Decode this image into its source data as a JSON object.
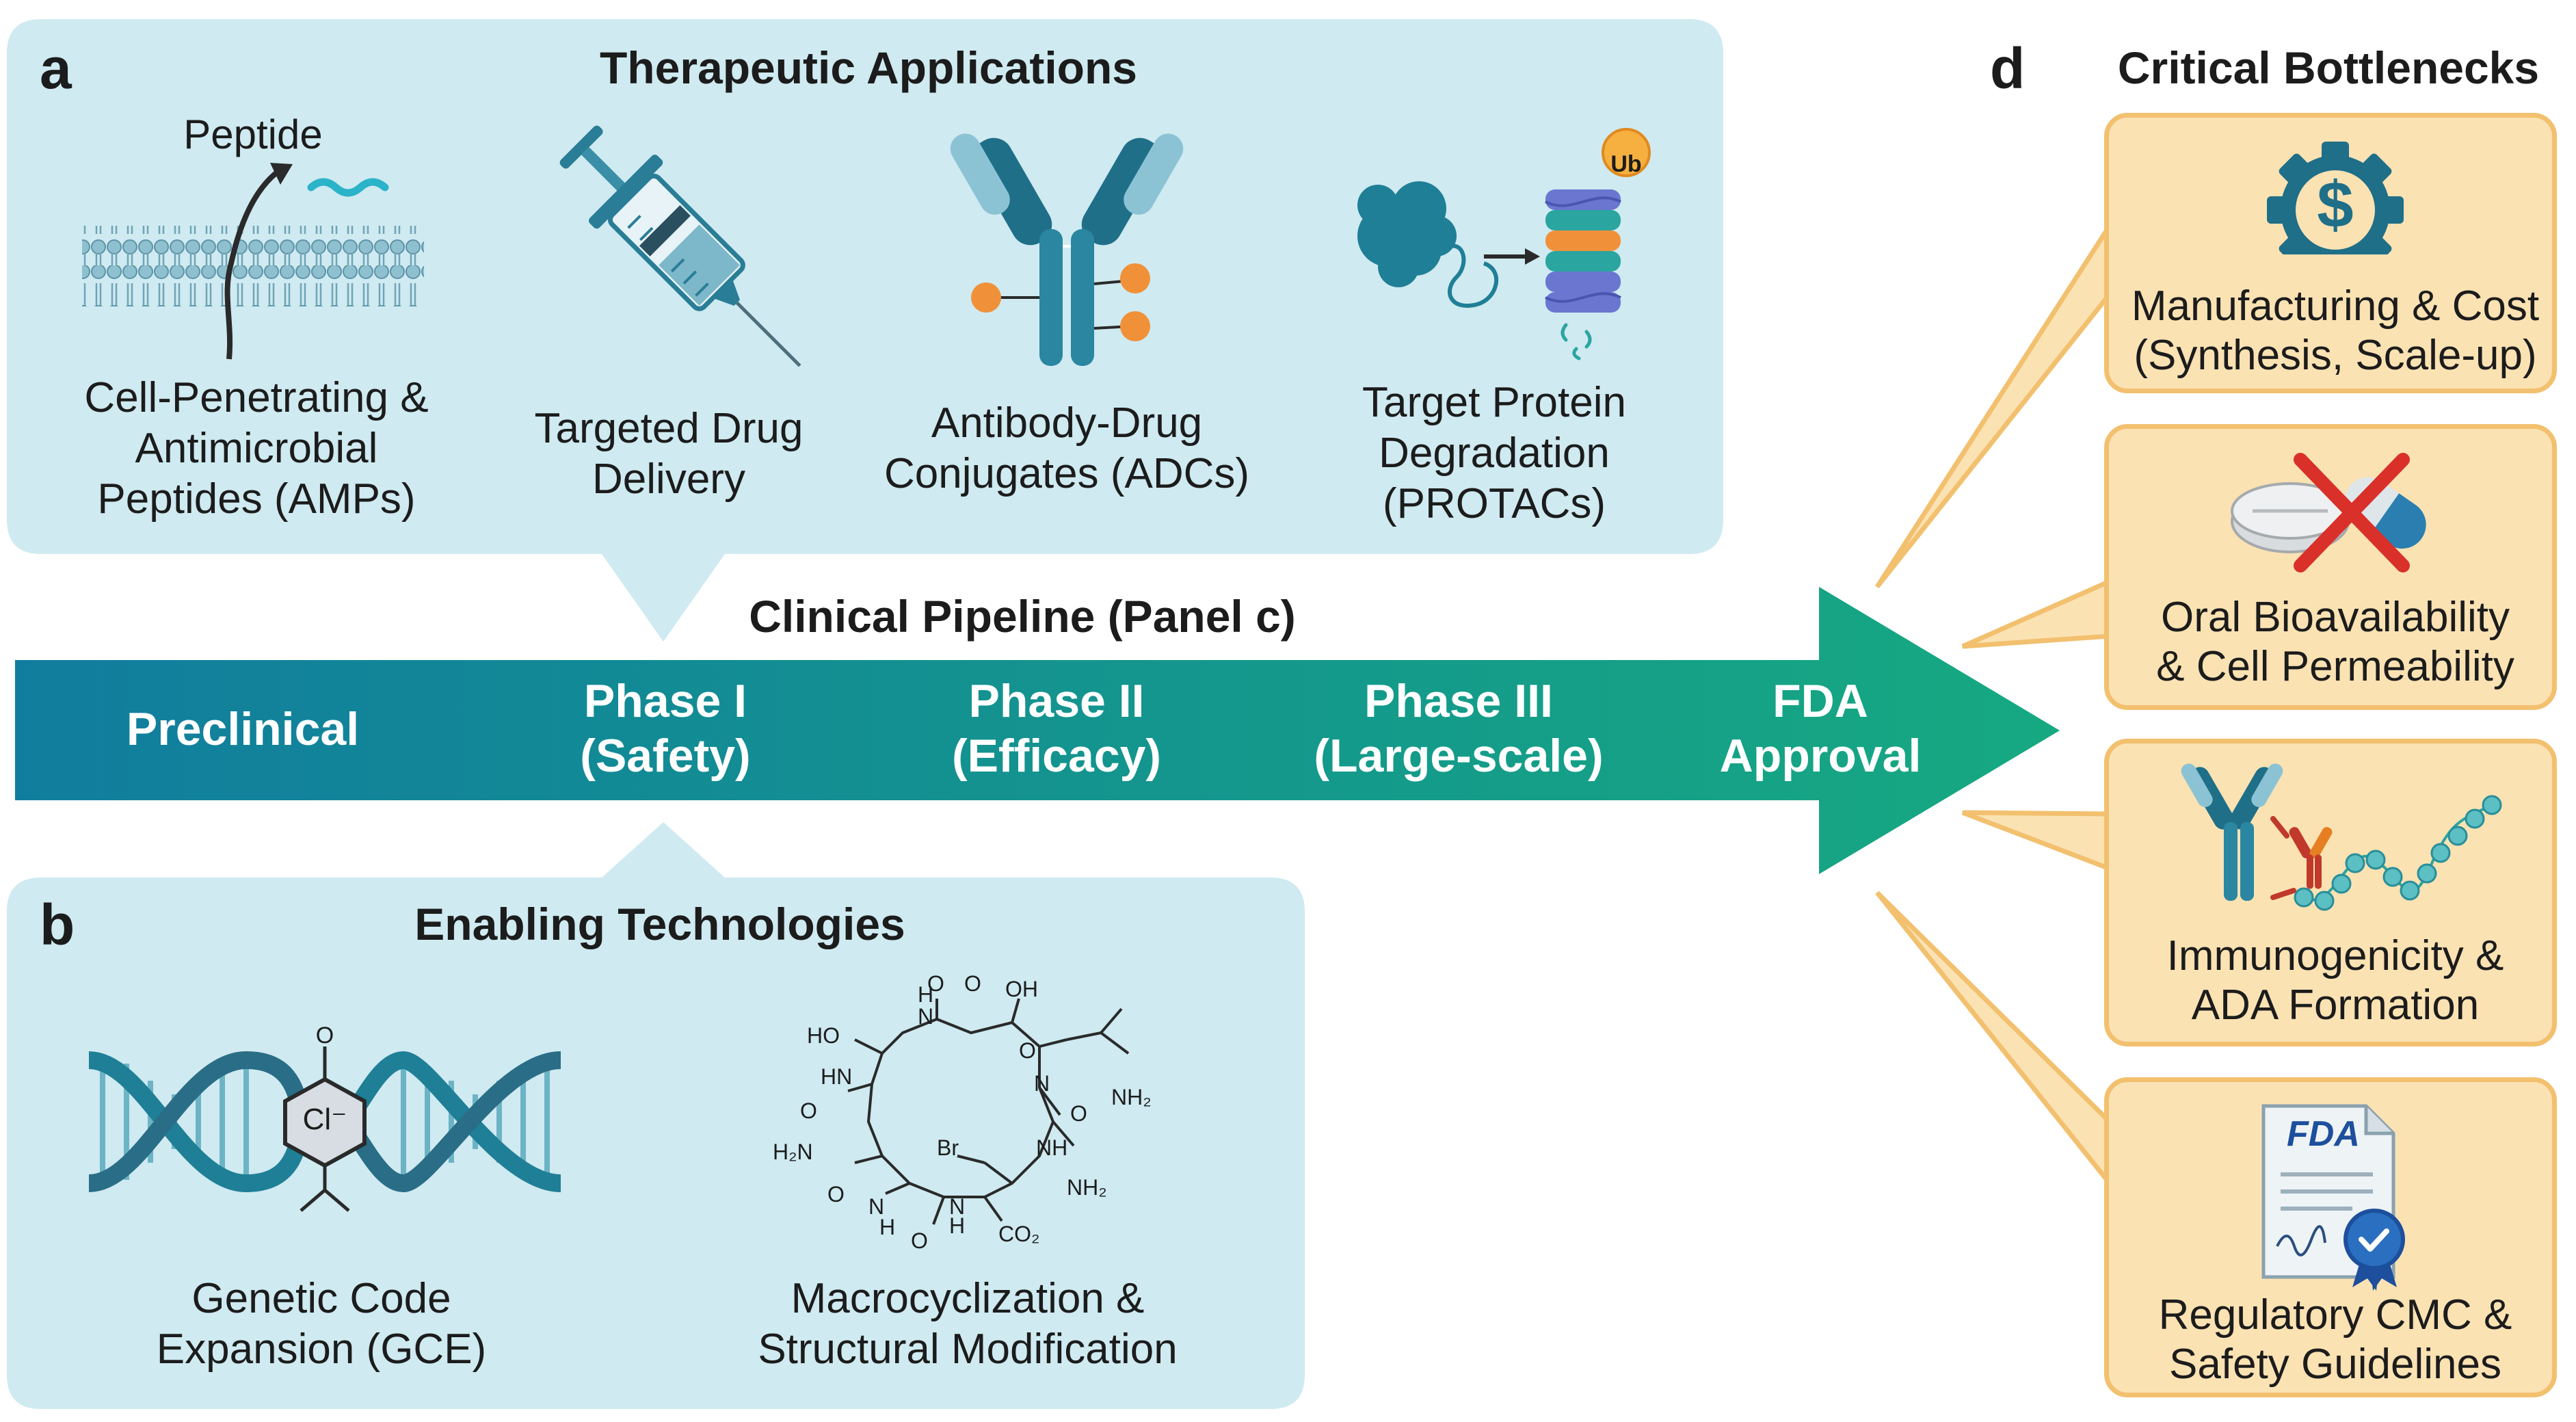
{
  "panels": {
    "a": {
      "letter": "a",
      "title": "Therapeutic Applications",
      "items": [
        {
          "icon": "cell-membrane-peptide-icon",
          "label_lines": [
            "Cell-Penetrating &",
            "Antimicrobial",
            "Peptides (AMPs)"
          ],
          "icon_label": "Peptide"
        },
        {
          "icon": "syringe-icon",
          "label_lines": [
            "Targeted Drug",
            "Delivery"
          ]
        },
        {
          "icon": "antibody-drug-conjugate-icon",
          "label_lines": [
            "Antibody-Drug",
            "Conjugates (ADCs)"
          ]
        },
        {
          "icon": "proteasome-degradation-icon",
          "label_lines": [
            "Target Protein",
            "Degradation",
            "(PROTACs)"
          ],
          "icon_label": "Ub"
        }
      ]
    },
    "b": {
      "letter": "b",
      "title": "Enabling Technologies",
      "items": [
        {
          "icon": "dna-helix-icon",
          "label_lines": [
            "Genetic Code",
            "Expansion (GCE)"
          ],
          "icon_text": {
            "o": "O",
            "cl": "Cl⁻"
          }
        },
        {
          "icon": "macrocycle-structure-icon",
          "label_lines": [
            "Macrocyclization &",
            "Structural Modification"
          ],
          "atoms": {
            "o1": "O",
            "h1": "H",
            "n1": "N",
            "o2": "O",
            "oh": "OH",
            "ho": "HO",
            "o3": "O",
            "hn": "HN",
            "n2": "N",
            "o4": "O",
            "o5": "O",
            "nh2a": "NH₂",
            "h2n": "H₂N",
            "nh": "NH",
            "br": "Br",
            "o6": "O",
            "nh2b": "NH₂",
            "n3": "N",
            "h2": "H",
            "n4": "N",
            "h3": "H",
            "o7": "O",
            "co2": "CO₂"
          }
        }
      ]
    },
    "c": {
      "title": "Clinical Pipeline (Panel c)",
      "stages": [
        {
          "lines": [
            "Preclinical"
          ]
        },
        {
          "lines": [
            "Phase I",
            "(Safety)"
          ]
        },
        {
          "lines": [
            "Phase II",
            "(Efficacy)"
          ]
        },
        {
          "lines": [
            "Phase III",
            "(Large-scale)"
          ]
        },
        {
          "lines": [
            "FDA",
            "Approval"
          ]
        }
      ],
      "colors": {
        "start": "#117d9e",
        "end": "#16a981"
      }
    },
    "d": {
      "letter": "d",
      "title": "Critical Bottlenecks",
      "items": [
        {
          "icon": "gear-dollar-icon",
          "label_lines": [
            "Manufacturing & Cost",
            "(Synthesis, Scale-up)"
          ],
          "icon_text": "$"
        },
        {
          "icon": "crossed-pills-icon",
          "label_lines": [
            "Oral Bioavailability",
            "& Cell Permeability"
          ]
        },
        {
          "icon": "antibody-peptide-chain-icon",
          "label_lines": [
            "Immunogenicity &",
            "ADA Formation"
          ]
        },
        {
          "icon": "fda-document-icon",
          "label_lines": [
            "Regulatory CMC &",
            "Safety Guidelines"
          ],
          "icon_text": "FDA"
        }
      ]
    }
  },
  "colors": {
    "panel_bg": "#cfeaf1",
    "bottleneck_bg": "#fbe2b3",
    "bottleneck_border": "#f2c06e",
    "teal_dark": "#145c73",
    "teal": "#2a8aa6",
    "orange": "#f0913a"
  }
}
